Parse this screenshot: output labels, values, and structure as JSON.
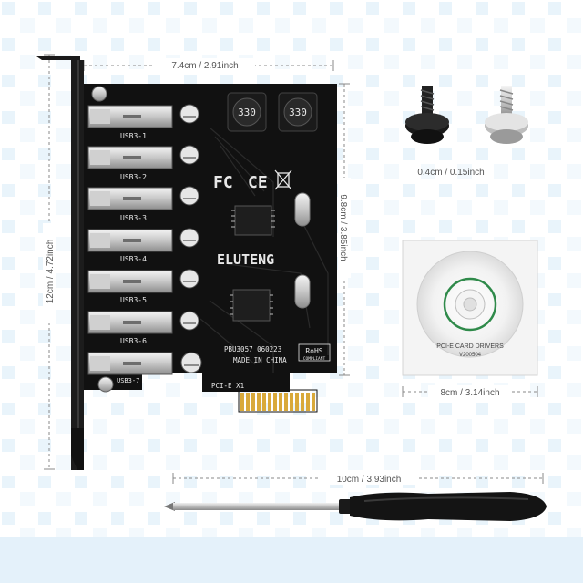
{
  "dimensions": {
    "card_width": "7.4cm / 2.91inch",
    "card_height": "9.8cm / 3.85inch",
    "bracket_height": "12cm / 4.72inch",
    "screw_size": "0.4cm / 0.15inch",
    "cd_size": "8cm / 3.14inch",
    "screwdriver_length": "10cm / 3.93inch"
  },
  "board": {
    "brand": "ELUTENG",
    "ports": [
      "USB3-1",
      "USB3-2",
      "USB3-3",
      "USB3-4",
      "USB3-5",
      "USB3-6",
      "USB3-7"
    ],
    "inductor_label": "330",
    "model": "PBU3057_060223",
    "made_in": "MADE IN CHINA",
    "slot": "PCI-E X1",
    "rohs": "RoHS",
    "rohs_sub": "COMPLIANT",
    "fcc": "FC",
    "ce": "CE"
  },
  "cd": {
    "title": "PCI-E CARD DRIVERS",
    "version": "V200504"
  },
  "colors": {
    "board": "#101010",
    "silkscreen": "#e8e8e8",
    "accent_border": "#5ea7d8",
    "cd_ring": "#2f8a4a"
  }
}
